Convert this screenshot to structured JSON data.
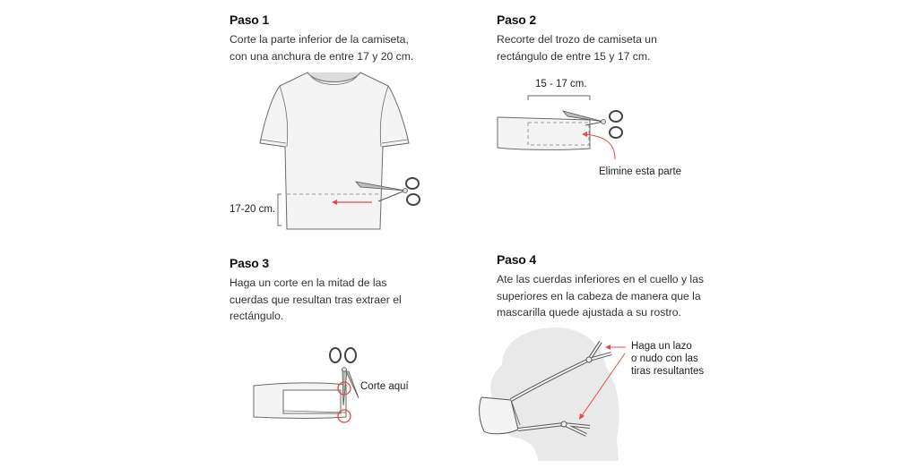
{
  "steps": [
    {
      "title": "Paso 1",
      "lines": [
        "Corte la parte inferior de la camiseta,",
        "con una anchura de entre 17 y 20 cm."
      ],
      "labels": {
        "measure": "17-20 cm."
      }
    },
    {
      "title": "Paso 2",
      "lines": [
        "Recorte del trozo de camiseta un",
        "rectángulo de entre 15 y 17 cm."
      ],
      "labels": {
        "measure": "15 - 17 cm.",
        "callout": "Elimine esta parte"
      }
    },
    {
      "title": "Paso 3",
      "lines": [
        "Haga un corte en la mitad de las",
        "cuerdas que resultan tras extraer el",
        "rectángulo."
      ],
      "labels": {
        "callout": "Corte aquí"
      }
    },
    {
      "title": "Paso 4",
      "lines": [
        "Ate las cuerdas inferiores en el cuello y las",
        "superiores en la cabeza de manera que la",
        "mascarilla quede ajustada a su rostro."
      ],
      "labels": {
        "callout": "Haga un lazo\no nudo con las\ntiras resultantes"
      }
    }
  ],
  "colors": {
    "accent": "#e8474c",
    "outline": "#6b6b6b",
    "fabric": "#f4f4f4",
    "silhouette": "#e9e9e9",
    "dashed": "#9a9a9a"
  }
}
